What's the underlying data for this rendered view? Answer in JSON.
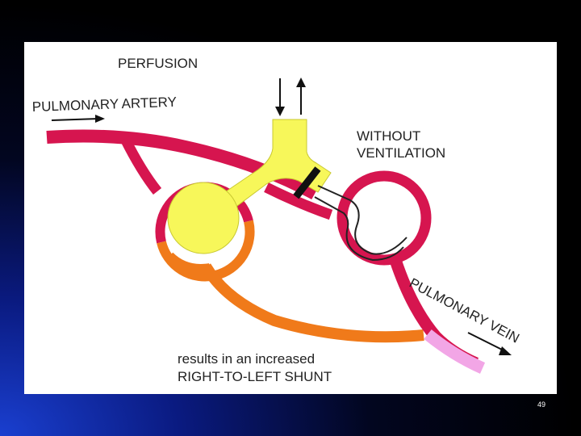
{
  "diagram": {
    "labels": {
      "perfusion": "PERFUSION",
      "pulmonary_artery": "PULMONARY ARTERY",
      "without_ventilation_line1": "WITHOUT",
      "without_ventilation_line2": "VENTILATION",
      "pulmonary_vein": "PULMONARY VEIN",
      "caption_line1": "results in an increased",
      "caption_line2": "RIGHT-TO-LEFT SHUNT"
    },
    "colors": {
      "vessel_artery": "#d6154f",
      "vessel_artery_dark": "#b10f40",
      "shunt_blood": "#f07a1a",
      "vein_end": "#f2a6e6",
      "airway": "#f7f75a",
      "airway_outline": "#c8c830",
      "obstruction": "#111111",
      "panel": "#ffffff"
    }
  },
  "footer": {
    "slide_number": "49"
  }
}
